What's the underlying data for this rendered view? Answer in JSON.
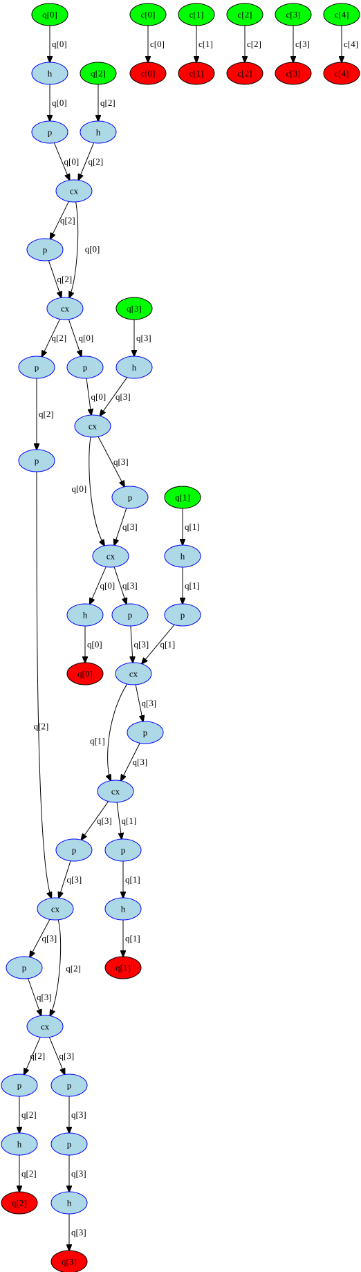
{
  "colors": {
    "input": "#00ff00",
    "output": "#ff0000",
    "operation": "#add8e6",
    "operation_border": "#0000ff"
  },
  "nodes": [
    {
      "id": "in_q0",
      "label": "q[0]",
      "kind": "input"
    },
    {
      "id": "in_c0",
      "label": "c[0]",
      "kind": "input"
    },
    {
      "id": "in_c1",
      "label": "c[1]",
      "kind": "input"
    },
    {
      "id": "in_c2",
      "label": "c[2]",
      "kind": "input"
    },
    {
      "id": "in_c3",
      "label": "c[3]",
      "kind": "input"
    },
    {
      "id": "in_c4",
      "label": "c[4]",
      "kind": "input"
    },
    {
      "id": "out_c0",
      "label": "c[0]",
      "kind": "output"
    },
    {
      "id": "out_c1",
      "label": "c[1]",
      "kind": "output"
    },
    {
      "id": "out_c2",
      "label": "c[2]",
      "kind": "output"
    },
    {
      "id": "out_c3",
      "label": "c[3]",
      "kind": "output"
    },
    {
      "id": "out_c4",
      "label": "c[4]",
      "kind": "output"
    },
    {
      "id": "h_q0",
      "label": "h",
      "kind": "operation"
    },
    {
      "id": "in_q2",
      "label": "q[2]",
      "kind": "input"
    },
    {
      "id": "p1",
      "label": "p",
      "kind": "operation"
    },
    {
      "id": "h_q2",
      "label": "h",
      "kind": "operation"
    },
    {
      "id": "cx1",
      "label": "cx",
      "kind": "operation"
    },
    {
      "id": "p2",
      "label": "p",
      "kind": "operation"
    },
    {
      "id": "cx2",
      "label": "cx",
      "kind": "operation"
    },
    {
      "id": "in_q3",
      "label": "q[3]",
      "kind": "input"
    },
    {
      "id": "p3",
      "label": "p",
      "kind": "operation"
    },
    {
      "id": "p4",
      "label": "p",
      "kind": "operation"
    },
    {
      "id": "h_q3",
      "label": "h",
      "kind": "operation"
    },
    {
      "id": "cx3",
      "label": "cx",
      "kind": "operation"
    },
    {
      "id": "p5",
      "label": "p",
      "kind": "operation"
    },
    {
      "id": "p6",
      "label": "p",
      "kind": "operation"
    },
    {
      "id": "in_q1",
      "label": "q[1]",
      "kind": "input"
    },
    {
      "id": "cx4",
      "label": "cx",
      "kind": "operation"
    },
    {
      "id": "h_q1",
      "label": "h",
      "kind": "operation"
    },
    {
      "id": "h_q0b",
      "label": "h",
      "kind": "operation"
    },
    {
      "id": "p7",
      "label": "p",
      "kind": "operation"
    },
    {
      "id": "p8",
      "label": "p",
      "kind": "operation"
    },
    {
      "id": "out_q0",
      "label": "q[0]",
      "kind": "output"
    },
    {
      "id": "cx5",
      "label": "cx",
      "kind": "operation"
    },
    {
      "id": "p9",
      "label": "p",
      "kind": "operation"
    },
    {
      "id": "cx6",
      "label": "cx",
      "kind": "operation"
    },
    {
      "id": "p10",
      "label": "p",
      "kind": "operation"
    },
    {
      "id": "p11",
      "label": "p",
      "kind": "operation"
    },
    {
      "id": "cx7",
      "label": "cx",
      "kind": "operation"
    },
    {
      "id": "h_q1b",
      "label": "h",
      "kind": "operation"
    },
    {
      "id": "p12",
      "label": "p",
      "kind": "operation"
    },
    {
      "id": "out_q1",
      "label": "q[1]",
      "kind": "output"
    },
    {
      "id": "cx8",
      "label": "cx",
      "kind": "operation"
    },
    {
      "id": "p13",
      "label": "p",
      "kind": "operation"
    },
    {
      "id": "p14",
      "label": "p",
      "kind": "operation"
    },
    {
      "id": "h_q2b",
      "label": "h",
      "kind": "operation"
    },
    {
      "id": "p15",
      "label": "p",
      "kind": "operation"
    },
    {
      "id": "out_q2",
      "label": "q[2]",
      "kind": "output"
    },
    {
      "id": "h_q3b",
      "label": "h",
      "kind": "operation"
    },
    {
      "id": "out_q3",
      "label": "q[3]",
      "kind": "output"
    }
  ],
  "edges": [
    {
      "from": "in_q0",
      "to": "h_q0",
      "label": "q[0]"
    },
    {
      "from": "in_c0",
      "to": "out_c0",
      "label": "c[0]"
    },
    {
      "from": "in_c1",
      "to": "out_c1",
      "label": "c[1]"
    },
    {
      "from": "in_c2",
      "to": "out_c2",
      "label": "c[2]"
    },
    {
      "from": "in_c3",
      "to": "out_c3",
      "label": "c[3]"
    },
    {
      "from": "in_c4",
      "to": "out_c4",
      "label": "c[4]"
    },
    {
      "from": "h_q0",
      "to": "p1",
      "label": "q[0]"
    },
    {
      "from": "in_q2",
      "to": "h_q2",
      "label": "q[2]"
    },
    {
      "from": "p1",
      "to": "cx1",
      "label": "q[0]"
    },
    {
      "from": "h_q2",
      "to": "cx1",
      "label": "q[2]"
    },
    {
      "from": "cx1",
      "to": "p2",
      "label": "q[2]"
    },
    {
      "from": "cx1",
      "to": "cx2",
      "label": "q[0]"
    },
    {
      "from": "p2",
      "to": "cx2",
      "label": "q[2]"
    },
    {
      "from": "cx2",
      "to": "p3",
      "label": "q[2]"
    },
    {
      "from": "cx2",
      "to": "p4",
      "label": "q[0]"
    },
    {
      "from": "in_q3",
      "to": "h_q3",
      "label": "q[3]"
    },
    {
      "from": "p3",
      "to": "p5",
      "label": "q[2]"
    },
    {
      "from": "p4",
      "to": "cx3",
      "label": "q[0]"
    },
    {
      "from": "h_q3",
      "to": "cx3",
      "label": "q[3]"
    },
    {
      "from": "cx3",
      "to": "p6",
      "label": "q[3]"
    },
    {
      "from": "cx3",
      "to": "cx4",
      "label": "q[0]"
    },
    {
      "from": "p6",
      "to": "cx4",
      "label": "q[3]"
    },
    {
      "from": "in_q1",
      "to": "h_q1",
      "label": "q[1]"
    },
    {
      "from": "cx4",
      "to": "h_q0b",
      "label": "q[0]"
    },
    {
      "from": "cx4",
      "to": "p7",
      "label": "q[3]"
    },
    {
      "from": "h_q1",
      "to": "p8",
      "label": "q[1]"
    },
    {
      "from": "h_q0b",
      "to": "out_q0",
      "label": "q[0]"
    },
    {
      "from": "p7",
      "to": "cx5",
      "label": "q[3]"
    },
    {
      "from": "p8",
      "to": "cx5",
      "label": "q[1]"
    },
    {
      "from": "cx5",
      "to": "p9",
      "label": "q[3]"
    },
    {
      "from": "cx5",
      "to": "cx6",
      "label": "q[1]"
    },
    {
      "from": "p9",
      "to": "cx6",
      "label": "q[3]"
    },
    {
      "from": "cx6",
      "to": "p10",
      "label": "q[3]"
    },
    {
      "from": "cx6",
      "to": "p11",
      "label": "q[1]"
    },
    {
      "from": "p5",
      "to": "cx7",
      "label": "q[2]"
    },
    {
      "from": "p10",
      "to": "cx7",
      "label": "q[3]"
    },
    {
      "from": "p11",
      "to": "h_q1b",
      "label": "q[1]"
    },
    {
      "from": "cx7",
      "to": "p12",
      "label": "q[3]"
    },
    {
      "from": "cx7",
      "to": "cx8",
      "label": "q[2]"
    },
    {
      "from": "h_q1b",
      "to": "out_q1",
      "label": "q[1]"
    },
    {
      "from": "p12",
      "to": "cx8",
      "label": "q[3]"
    },
    {
      "from": "cx8",
      "to": "p13",
      "label": "q[2]"
    },
    {
      "from": "cx8",
      "to": "p14",
      "label": "q[3]"
    },
    {
      "from": "p13",
      "to": "h_q2b",
      "label": "q[2]"
    },
    {
      "from": "p14",
      "to": "p15",
      "label": "q[3]"
    },
    {
      "from": "h_q2b",
      "to": "out_q2",
      "label": "q[2]"
    },
    {
      "from": "p15",
      "to": "h_q3b",
      "label": "q[3]"
    },
    {
      "from": "h_q3b",
      "to": "out_q3",
      "label": "q[3]"
    }
  ]
}
